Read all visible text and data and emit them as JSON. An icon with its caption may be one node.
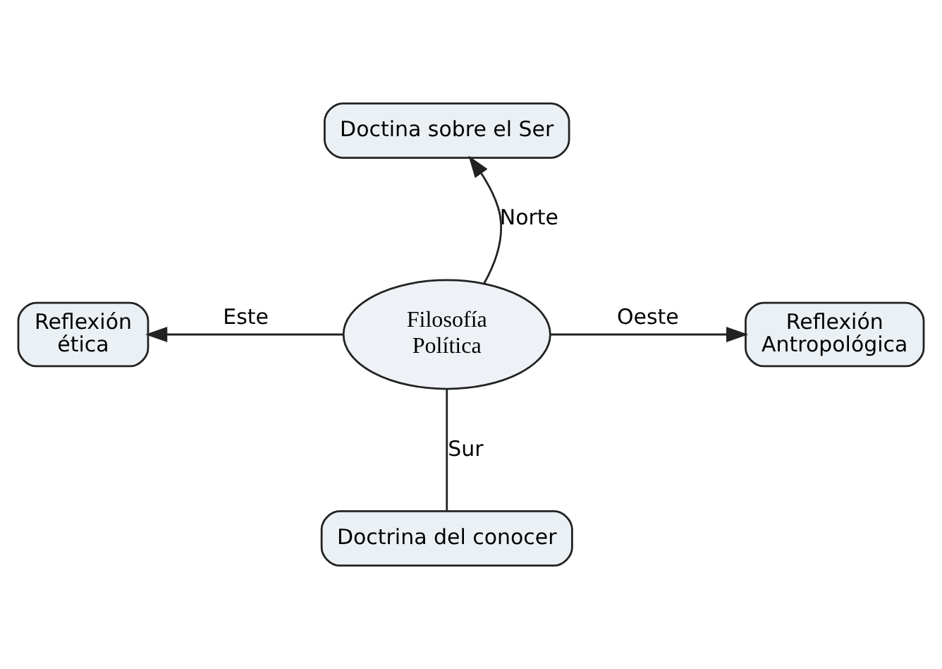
{
  "diagram": {
    "nodes": [
      {
        "text": [
          "Doctina sobre el Ser"
        ]
      },
      {
        "text": [
          "Reflexión ética"
        ]
      },
      {
        "text": [
          "Filosofía Política"
        ]
      },
      {
        "text": [
          "Reflexión Antropológica"
        ]
      },
      {
        "text": [
          "Doctrina del conocer"
        ]
      }
    ],
    "edges": [
      {
        "from": 2,
        "to": 0,
        "label": "Norte",
        "arrow": "to"
      },
      {
        "from": 2,
        "to": 1,
        "label": "Este",
        "arrow": "to"
      },
      {
        "from": 2,
        "to": 3,
        "label": "Oeste",
        "arrow": "to"
      },
      {
        "from": 2,
        "to": 4,
        "label": "Sur",
        "arrow": "none"
      }
    ]
  }
}
